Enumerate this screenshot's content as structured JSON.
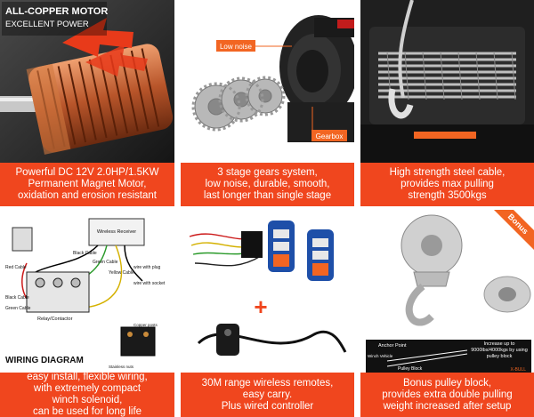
{
  "panels": [
    {
      "id": "motor",
      "badge_title": "ALL-COPPER MOTOR",
      "badge_sub": "EXCELLENT POWER",
      "caption": [
        "Powerful DC 12V 2.0HP/1.5KW",
        "Permanent Magnet Motor,",
        "oxidation and erosion resistant"
      ]
    },
    {
      "id": "gears",
      "labels": {
        "low_noise": "Low noise",
        "gearbox": "Gearbox"
      },
      "caption": [
        "3 stage gears system,",
        "low noise, durable, smooth,",
        "last longer than single stage"
      ]
    },
    {
      "id": "cable",
      "caption": [
        "High strength steel cable,",
        "provides max pulling",
        "strength 3500kgs"
      ]
    },
    {
      "id": "wiring",
      "title": "WIRING DIAGRAM",
      "labels": {
        "receiver": "Wireless Receiver",
        "black_cable_top": "Black Cable",
        "green_cable_top": "Green Cable",
        "red_cable": "Red Cable",
        "yellow_cable": "Yellow Cable",
        "black_cable_left": "Black Cable",
        "green_cable_left": "Green Cable",
        "wire_plug": "wire with plug",
        "wire_socket": "wire with socket",
        "relay": "Relay/Contactor",
        "copper_posts": "Copper posts",
        "stainless_nuts": "Stainless nuts"
      },
      "caption": [
        "easy install, flexible wiring,",
        "with extremely compact",
        "winch solenoid,",
        "can be used for long life"
      ]
    },
    {
      "id": "remotes",
      "plus": "+",
      "caption": [
        "30M range wireless remotes,",
        "easy carry.",
        "Plus wired controller"
      ]
    },
    {
      "id": "pulley",
      "ribbon": "Bonus",
      "labels": {
        "anchor": "Anchor Point",
        "winch_vehicle": "Winch Vehicle",
        "pulley_block": "Pulley Block",
        "increase": "Increase up to 9000lbs/4000kgs by using pulley block",
        "brand": "X-BULL"
      },
      "caption": [
        "Bonus pulley block,",
        "provides extra double pulling",
        "weight increased after setup"
      ]
    }
  ],
  "colors": {
    "caption_bg": "#f0461e",
    "accent_orange": "#f26522",
    "dark": "#1a1a1a",
    "remote_blue": "#1e4fa8"
  }
}
